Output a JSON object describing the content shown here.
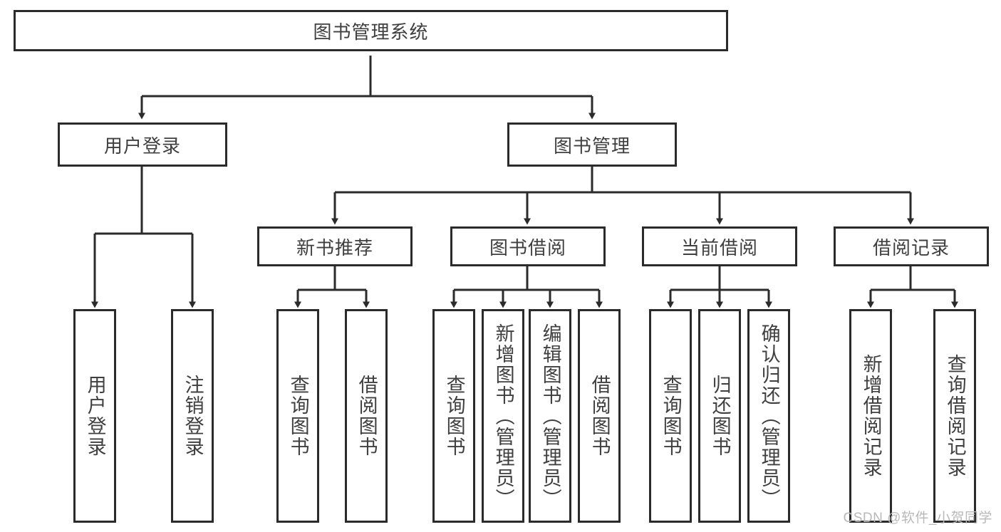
{
  "diagram": {
    "title": "图书管理系统",
    "type": "hierarchy-tree",
    "watermark": "CSDN @软件_小贺同学",
    "colors": {
      "stroke": "#2b2b2b",
      "text": "#3f3f3f",
      "background": "#ffffff",
      "watermark": "#b9b9b9"
    },
    "levels": {
      "root": {
        "label": "图书管理系统"
      },
      "level2": [
        {
          "label": "用户登录"
        },
        {
          "label": "图书管理"
        }
      ],
      "level3": [
        {
          "label": "新书推荐"
        },
        {
          "label": "图书借阅"
        },
        {
          "label": "当前借阅"
        },
        {
          "label": "借阅记录"
        }
      ],
      "leaves": [
        {
          "label": "用户登录",
          "parent": "用户登录"
        },
        {
          "label": "注销登录",
          "parent": "用户登录"
        },
        {
          "label": "查询图书",
          "parent": "新书推荐"
        },
        {
          "label": "借阅图书",
          "parent": "新书推荐"
        },
        {
          "label": "查询图书",
          "parent": "图书借阅"
        },
        {
          "label": "新增图书（管理员）",
          "parent": "图书借阅"
        },
        {
          "label": "编辑图书（管理员）",
          "parent": "图书借阅"
        },
        {
          "label": "借阅图书",
          "parent": "图书借阅"
        },
        {
          "label": "查询图书",
          "parent": "当前借阅"
        },
        {
          "label": "归还图书",
          "parent": "当前借阅"
        },
        {
          "label": "确认归还（管理员）",
          "parent": "当前借阅"
        },
        {
          "label": "新增借阅记录",
          "parent": "借阅记录"
        },
        {
          "label": "查询借阅记录",
          "parent": "借阅记录"
        }
      ]
    }
  }
}
